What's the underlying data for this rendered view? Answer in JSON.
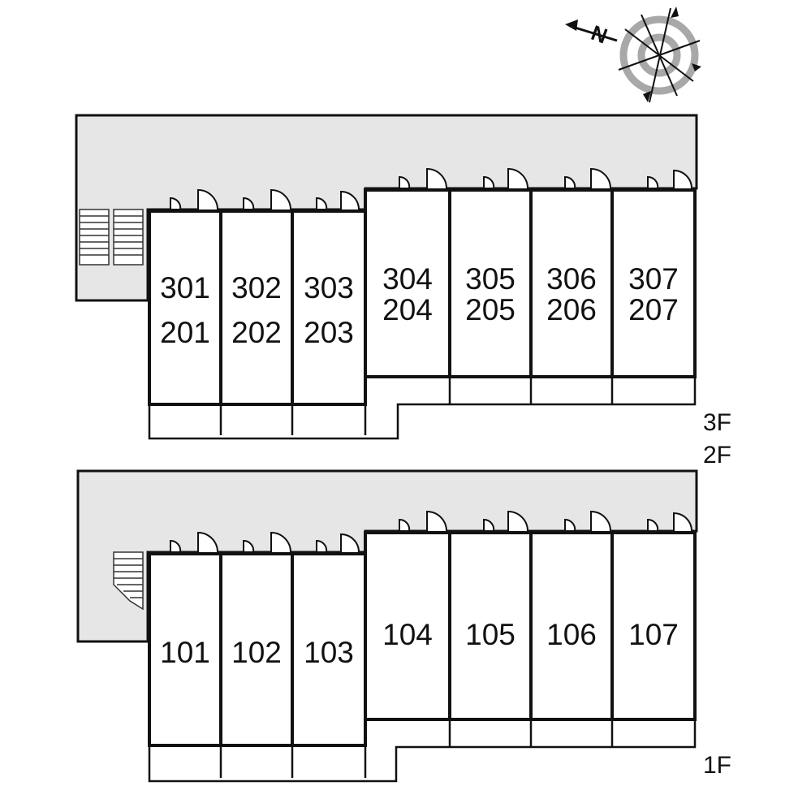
{
  "compass": {
    "letter": "N",
    "icon": "compass-rose-icon"
  },
  "upper_plan": {
    "floor_labels": [
      "3F",
      "2F"
    ],
    "units": [
      {
        "top": "301",
        "bottom": "201"
      },
      {
        "top": "302",
        "bottom": "202"
      },
      {
        "top": "303",
        "bottom": "203"
      },
      {
        "top": "304",
        "bottom": "204"
      },
      {
        "top": "305",
        "bottom": "205"
      },
      {
        "top": "306",
        "bottom": "206"
      },
      {
        "top": "307",
        "bottom": "207"
      }
    ]
  },
  "lower_plan": {
    "floor_labels": [
      "1F"
    ],
    "units": [
      {
        "label": "101"
      },
      {
        "label": "102"
      },
      {
        "label": "103"
      },
      {
        "label": "104"
      },
      {
        "label": "105"
      },
      {
        "label": "106"
      },
      {
        "label": "107"
      }
    ]
  },
  "colors": {
    "corridor": "#e6e6e6",
    "wall": "#111111",
    "compass_ring": "#a8a8a8"
  }
}
